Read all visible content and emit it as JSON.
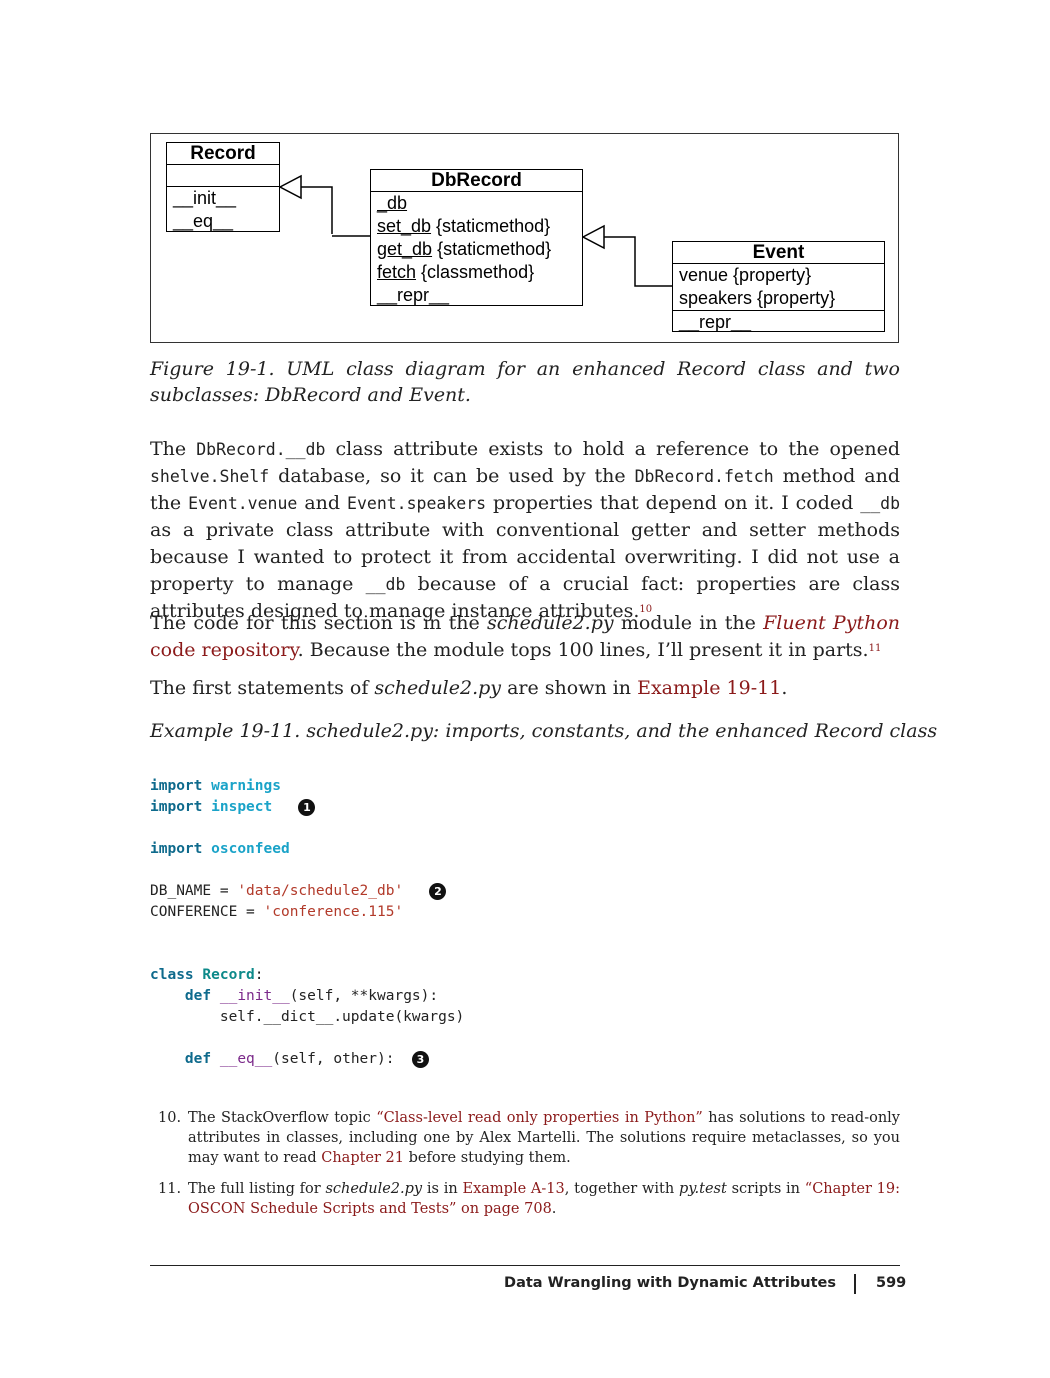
{
  "figure": {
    "record": {
      "title": "Record",
      "members": [
        "__init__",
        "__eq__"
      ]
    },
    "dbrecord": {
      "title": "DbRecord",
      "members": [
        {
          "name": "_db",
          "suffix": ""
        },
        {
          "name": "set_db",
          "suffix": " {staticmethod}"
        },
        {
          "name": "get_db",
          "suffix": " {staticmethod}"
        },
        {
          "name": "fetch",
          "suffix": " {classmethod}"
        }
      ],
      "repr": "__repr__"
    },
    "event": {
      "title": "Event",
      "properties": [
        "venue {property}",
        "speakers {property}"
      ],
      "methods": [
        "__repr__"
      ]
    },
    "caption": "Figure 19-1. UML class diagram for an enhanced Record class and two subclasses: DbRecord and Event."
  },
  "para1": {
    "t1": "The ",
    "c1": "DbRecord.__db",
    "t2": " class attribute exists to hold a reference to the opened ",
    "c2": "shelve.Shelf",
    "t3": " database, so it can be used by the ",
    "c3": "DbRecord.fetch",
    "t4": " method and the ",
    "c4": "Event.venue",
    "t5": " and ",
    "c5": "Event.speakers",
    "t6": " properties that depend on it. I coded ",
    "c6": "__db",
    "t7": " as a private class attribute with conventional getter and setter methods because I wanted to protect it from accidental overwriting. I did not use a property to manage ",
    "c7": "__db",
    "t8": " because of a crucial fact: properties are class attributes designed to manage instance attributes.",
    "sup": "10"
  },
  "para2": {
    "t1": "The code for this section is in the ",
    "file": "schedule2.py",
    "t2": " module in the ",
    "book": "Fluent Python",
    "link": " code repository",
    "t3": ". Because the module tops 100 lines, I’ll present it in parts.",
    "sup": "11"
  },
  "para3": {
    "t1": "The first statements of ",
    "file": "schedule2.py",
    "t2": " are shown in ",
    "link": "Example 19-11",
    "t3": "."
  },
  "example_title": "Example 19-11. schedule2.py: imports, constants, and the enhanced Record class",
  "code": {
    "import_kw": "import",
    "mod1": "warnings",
    "mod2": "inspect",
    "mod3": "osconfeed",
    "dbname_var": "DB_NAME",
    "dbname_val": "'data/schedule2_db'",
    "conf_var": "CONFERENCE",
    "conf_val": "'conference.115'",
    "class_kw": "class",
    "class_name": "Record",
    "def_kw": "def",
    "init_name": "__init__",
    "init_args": "(self, **kwargs):",
    "body": "self.__dict__.update(kwargs)",
    "eq_name": "__eq__",
    "eq_args": "(self, other):",
    "callouts": [
      "1",
      "2",
      "3"
    ]
  },
  "footnotes": [
    {
      "num": "10.",
      "t1": "The StackOverflow topic ",
      "link1": "“Class-level read only properties in Python”",
      "t2": " has solutions to read-only attributes in classes, including one by Alex Martelli. The solutions require metaclasses, so you may want to read ",
      "link2": "Chapter 21",
      "t3": " before studying them."
    },
    {
      "num": "11.",
      "t1": "The full listing for ",
      "i1": "schedule2.py",
      "t2": " is in ",
      "link1": "Example A-13",
      "t3": ", together with ",
      "i2": "py.test",
      "t4": " scripts in ",
      "link2": "“Chapter 19: OSCON Schedule Scripts and Tests” on page 708",
      "t5": "."
    }
  ],
  "footer": {
    "chapter": "Data Wrangling with Dynamic Attributes",
    "page": "599"
  },
  "colors": {
    "link": "#8b1a1a",
    "keyword": "#0e6a8c",
    "module": "#1aa3c8",
    "string": "#b23a2a",
    "classname": "#0d8a8a"
  }
}
